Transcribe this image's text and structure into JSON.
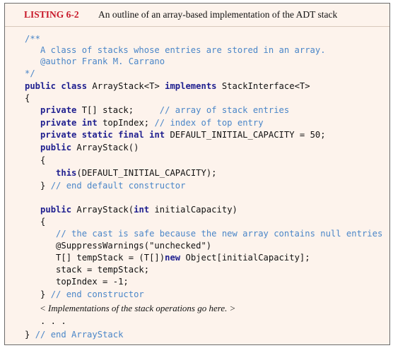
{
  "header": {
    "listing_number": "LISTING 6-2",
    "title": "An outline of an array-based implementation of the ADT stack"
  },
  "code_lines": [
    [
      {
        "t": "/**",
        "s": "cm"
      }
    ],
    [
      {
        "t": "   A class of stacks whose entries are stored in an array.",
        "s": "cm"
      }
    ],
    [
      {
        "t": "   @author Frank M. Carrano",
        "s": "cm"
      }
    ],
    [
      {
        "t": "*/",
        "s": "cm"
      }
    ],
    [
      {
        "t": "public class ",
        "s": "kw"
      },
      {
        "t": "ArrayStack<T> ",
        "s": "pl"
      },
      {
        "t": "implements ",
        "s": "kw"
      },
      {
        "t": "StackInterface<T>",
        "s": "pl"
      }
    ],
    [
      {
        "t": "{",
        "s": "pl"
      }
    ],
    [
      {
        "t": "   ",
        "s": "pl"
      },
      {
        "t": "private ",
        "s": "kw"
      },
      {
        "t": "T[] stack;     ",
        "s": "pl"
      },
      {
        "t": "// array of stack entries",
        "s": "cm"
      }
    ],
    [
      {
        "t": "   ",
        "s": "pl"
      },
      {
        "t": "private int ",
        "s": "kw"
      },
      {
        "t": "topIndex; ",
        "s": "pl"
      },
      {
        "t": "// index of top entry",
        "s": "cm"
      }
    ],
    [
      {
        "t": "   ",
        "s": "pl"
      },
      {
        "t": "private static final int ",
        "s": "kw"
      },
      {
        "t": "DEFAULT_INITIAL_CAPACITY = 50;",
        "s": "pl"
      }
    ],
    [
      {
        "t": "   ",
        "s": "pl"
      },
      {
        "t": "public ",
        "s": "kw"
      },
      {
        "t": "ArrayStack()",
        "s": "pl"
      }
    ],
    [
      {
        "t": "   {",
        "s": "pl"
      }
    ],
    [
      {
        "t": "      ",
        "s": "pl"
      },
      {
        "t": "this",
        "s": "kw"
      },
      {
        "t": "(DEFAULT_INITIAL_CAPACITY);",
        "s": "pl"
      }
    ],
    [
      {
        "t": "   } ",
        "s": "pl"
      },
      {
        "t": "// end default constructor",
        "s": "cm"
      }
    ],
    [
      {
        "t": "   ",
        "s": "pl"
      },
      {
        "t": "public ",
        "s": "kw"
      },
      {
        "t": "ArrayStack(",
        "s": "pl"
      },
      {
        "t": "int ",
        "s": "kw"
      },
      {
        "t": "initialCapacity)",
        "s": "pl"
      }
    ],
    [
      {
        "t": "   {",
        "s": "pl"
      }
    ],
    [
      {
        "t": "      ",
        "s": "pl"
      },
      {
        "t": "// the cast is safe because the new array contains null entries",
        "s": "cm"
      }
    ],
    [
      {
        "t": "      @SuppressWarnings(\"unchecked\")",
        "s": "pl"
      }
    ],
    [
      {
        "t": "      T[] tempStack = (T[])",
        "s": "pl"
      },
      {
        "t": "new ",
        "s": "kw"
      },
      {
        "t": "Object[initialCapacity];",
        "s": "pl"
      }
    ],
    [
      {
        "t": "      stack = tempStack;",
        "s": "pl"
      }
    ],
    [
      {
        "t": "      topIndex = -1;",
        "s": "pl"
      }
    ],
    [
      {
        "t": "   } ",
        "s": "pl"
      },
      {
        "t": "// end constructor",
        "s": "cm"
      }
    ],
    [
      {
        "t": "< Implementations of the stack operations go here. >",
        "s": "prose"
      }
    ],
    [
      {
        "t": "   . . .",
        "s": "pl"
      }
    ],
    [
      {
        "t": "} ",
        "s": "pl"
      },
      {
        "t": "// end ArrayStack",
        "s": "cm"
      }
    ]
  ]
}
